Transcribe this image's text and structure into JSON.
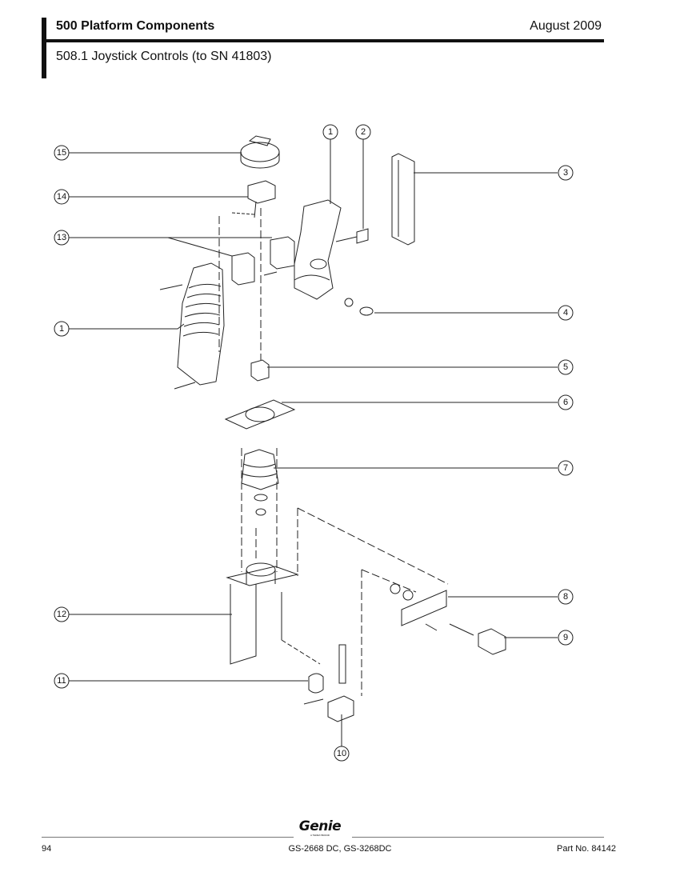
{
  "header": {
    "section_title": "500 Platform Components",
    "date": "August 2009",
    "subsection_title": "508.1 Joystick Controls (to SN 41803)"
  },
  "diagram": {
    "callouts": [
      "1",
      "2",
      "3",
      "4",
      "5",
      "6",
      "7",
      "8",
      "9",
      "10",
      "11",
      "12",
      "13",
      "14",
      "15"
    ]
  },
  "footer": {
    "page_number": "94",
    "models": "GS-2668 DC, GS-3268DC",
    "part_number": "Part No. 84142",
    "logo_text": "Genie",
    "logo_subtext": "A TEREX BRAND"
  }
}
